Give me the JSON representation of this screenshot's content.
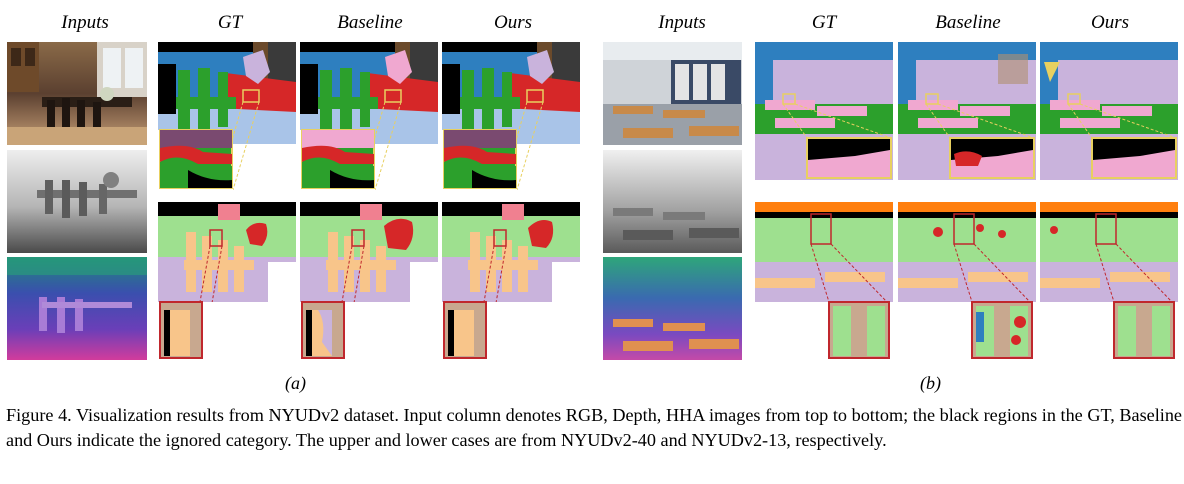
{
  "headers_a": [
    "Inputs",
    "GT",
    "Baseline",
    "Ours"
  ],
  "headers_b": [
    "Inputs",
    "GT",
    "Baseline",
    "Ours"
  ],
  "sublabels": [
    "(a)",
    "(b)"
  ],
  "caption": "Figure 4. Visualization results from NYUDv2 dataset. Input column denotes RGB, Depth, HHA images from top to bottom; the black regions in the GT, Baseline and Ours indicate the ignored category. The upper and lower cases are from NYUDv2-40 and NYUDv2-13, respectively.",
  "palette": {
    "wall_blue": "#2e7fbf",
    "floor_blue": "#a9c4e8",
    "chair_green": "#2ca02c",
    "table_red": "#d62728",
    "lilac": "#c9b3dc",
    "pink": "#f0a8d0",
    "dark_gray": "#3a3a3a",
    "wood": "#6b4a2b",
    "black": "#000000",
    "light_green": "#9ee08f",
    "tan": "#f8c58a",
    "orange": "#ff7f0e",
    "beige": "#c8a88f",
    "zoom_box": "#e8d060",
    "zoom_box_red": "#c0272d"
  }
}
